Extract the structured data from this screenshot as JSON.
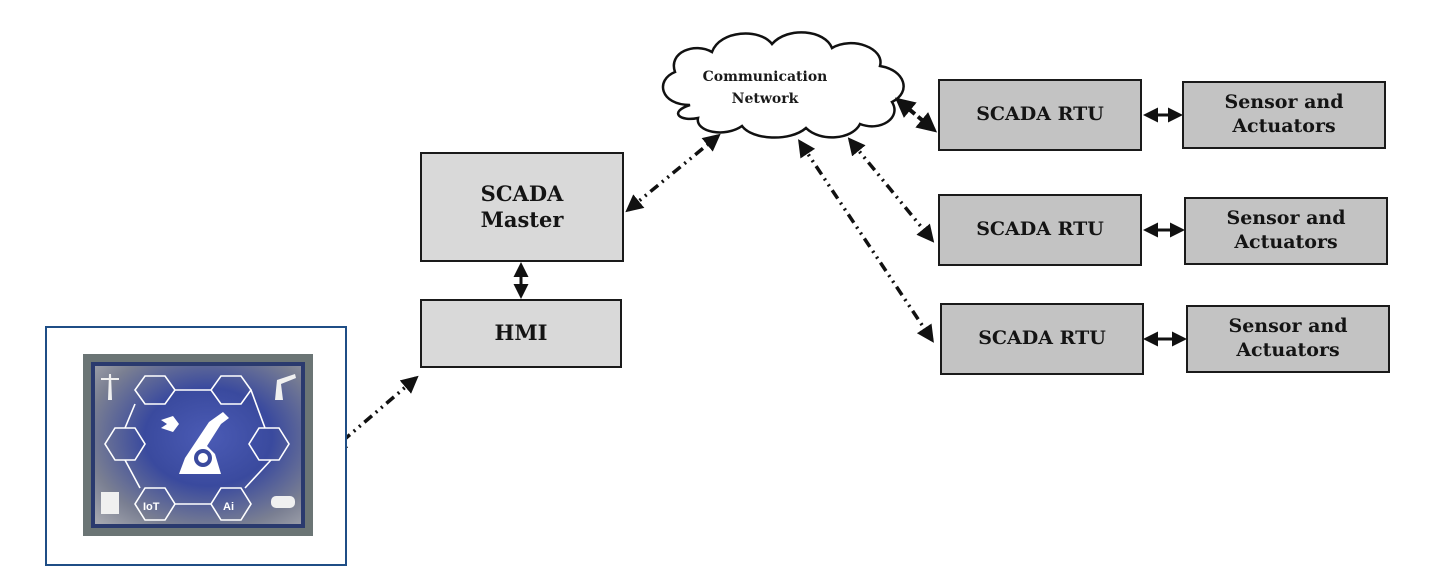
{
  "diagram": {
    "type": "SCADA architecture block diagram",
    "network": {
      "label_line1": "Communication",
      "label_line2": "Network",
      "icon": "cloud-icon"
    },
    "master": {
      "label": "SCADA\nMaster"
    },
    "hmi": {
      "label": "HMI",
      "screen_icon": "industrial-hmi-screen-icon",
      "screen_badges": [
        "IoT",
        "Ai"
      ],
      "screen_icons": [
        "wind-turbine-icon",
        "cloud-gear-icon",
        "mobile-security-icon",
        "oil-pump-icon",
        "gear-icon",
        "robotic-arm-icon",
        "monitor-icon",
        "factory-icon",
        "iot-icon",
        "ai-chip-icon",
        "tanker-truck-icon"
      ]
    },
    "rtus": [
      {
        "label": "SCADA RTU",
        "device_label": "Sensor and\nActuators"
      },
      {
        "label": "SCADA RTU",
        "device_label": "Sensor and\nActuators"
      },
      {
        "label": "SCADA RTU",
        "device_label": "Sensor and\nActuators"
      }
    ],
    "connections": [
      {
        "from": "SCADA Master",
        "to": "Communication Network",
        "style": "dash-dot",
        "direction": "bidirectional"
      },
      {
        "from": "SCADA Master",
        "to": "HMI",
        "style": "solid",
        "direction": "bidirectional"
      },
      {
        "from": "HMI",
        "to": "HMI Screen",
        "style": "dash-dot",
        "direction": "bidirectional"
      },
      {
        "from": "Communication Network",
        "to": "SCADA RTU 1",
        "style": "dash",
        "direction": "bidirectional"
      },
      {
        "from": "Communication Network",
        "to": "SCADA RTU 2",
        "style": "dash-dot",
        "direction": "bidirectional"
      },
      {
        "from": "Communication Network",
        "to": "SCADA RTU 3",
        "style": "dash-dot",
        "direction": "bidirectional"
      },
      {
        "from": "SCADA RTU 1",
        "to": "Sensor and Actuators 1",
        "style": "solid",
        "direction": "bidirectional"
      },
      {
        "from": "SCADA RTU 2",
        "to": "Sensor and Actuators 2",
        "style": "solid",
        "direction": "bidirectional"
      },
      {
        "from": "SCADA RTU 3",
        "to": "Sensor and Actuators 3",
        "style": "solid",
        "direction": "bidirectional"
      }
    ],
    "colors": {
      "box_fill_light": "#d9d9d9",
      "box_fill_rtu": "#c3c3c3",
      "stroke": "#1a1a1a",
      "hmi_frame": "#1f4e86"
    }
  }
}
